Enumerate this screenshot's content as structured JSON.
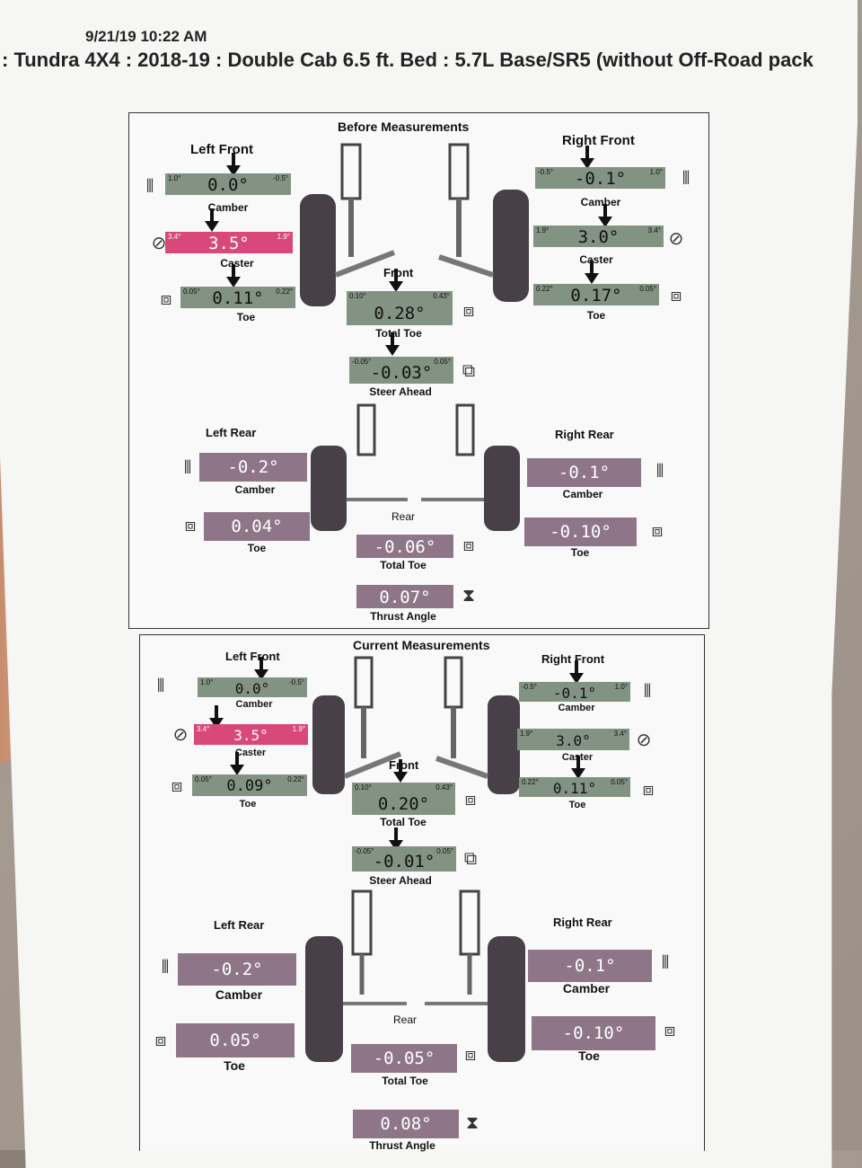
{
  "header": {
    "datetime": "9/21/19 10:22 AM",
    "vehicle": ": Tundra 4X4 : 2018-19 : Double Cab 6.5 ft. Bed : 5.7L Base/SR5 (without Off-Road pack"
  },
  "before": {
    "title": "Before Measurements",
    "left_front": "Left Front",
    "right_front": "Right Front",
    "front": "Front",
    "lf_camber": {
      "value": "0.0°",
      "lo": "1.0°",
      "hi": "-0.5°",
      "label": "Camber"
    },
    "lf_caster": {
      "value": "3.5°",
      "lo": "3.4°",
      "hi": "1.9°",
      "label": "Caster"
    },
    "lf_toe": {
      "value": "0.11°",
      "lo": "0.05°",
      "hi": "0.22°",
      "label": "Toe"
    },
    "rf_camber": {
      "value": "-0.1°",
      "lo": "-0.5°",
      "hi": "1.0°",
      "label": "Camber"
    },
    "rf_caster": {
      "value": "3.0°",
      "lo": "1.9°",
      "hi": "3.4°",
      "label": "Caster"
    },
    "rf_toe": {
      "value": "0.17°",
      "lo": "0.22°",
      "hi": "0.05°",
      "label": "Toe"
    },
    "total_toe": {
      "value": "0.28°",
      "lo": "0.10°",
      "hi": "0.43°",
      "label": "Total Toe"
    },
    "steer_ahead": {
      "value": "-0.03°",
      "lo": "-0.05°",
      "hi": "0.05°",
      "label": "Steer Ahead"
    },
    "left_rear": "Left Rear",
    "right_rear": "Right Rear",
    "rear": "Rear",
    "lr_camber": {
      "value": "-0.2°",
      "label": "Camber"
    },
    "lr_toe": {
      "value": "0.04°",
      "label": "Toe"
    },
    "rr_camber": {
      "value": "-0.1°",
      "label": "Camber"
    },
    "rr_toe": {
      "value": "-0.10°",
      "label": "Toe"
    },
    "rear_total_toe": {
      "value": "-0.06°",
      "label": "Total Toe"
    },
    "thrust": {
      "value": "0.07°",
      "label": "Thrust Angle"
    }
  },
  "current": {
    "title": "Current Measurements",
    "left_front": "Left Front",
    "right_front": "Right Front",
    "front": "Front",
    "lf_camber": {
      "value": "0.0°",
      "lo": "1.0°",
      "hi": "-0.5°",
      "label": "Camber"
    },
    "lf_caster": {
      "value": "3.5°",
      "lo": "3.4°",
      "hi": "1.9°",
      "label": "Caster"
    },
    "lf_toe": {
      "value": "0.09°",
      "lo": "0.05°",
      "hi": "0.22°",
      "label": "Toe"
    },
    "rf_camber": {
      "value": "-0.1°",
      "lo": "-0.5°",
      "hi": "1.0°",
      "label": "Camber"
    },
    "rf_caster": {
      "value": "3.0°",
      "lo": "1.9°",
      "hi": "3.4°",
      "label": "Caster"
    },
    "rf_toe": {
      "value": "0.11°",
      "lo": "0.22°",
      "hi": "0.05°",
      "label": "Toe"
    },
    "total_toe": {
      "value": "0.20°",
      "lo": "0.10°",
      "hi": "0.43°",
      "label": "Total Toe"
    },
    "steer_ahead": {
      "value": "-0.01°",
      "lo": "-0.05°",
      "hi": "0.05°",
      "label": "Steer Ahead"
    },
    "left_rear": "Left Rear",
    "right_rear": "Right Rear",
    "rear": "Rear",
    "lr_camber": {
      "value": "-0.2°",
      "label": "Camber"
    },
    "lr_toe": {
      "value": "0.05°",
      "label": "Toe"
    },
    "rr_camber": {
      "value": "-0.1°",
      "label": "Camber"
    },
    "rr_toe": {
      "value": "-0.10°",
      "label": "Toe"
    },
    "rear_total_toe": {
      "value": "-0.05°",
      "label": "Total Toe"
    },
    "thrust": {
      "value": "0.08°",
      "label": "Thrust Angle"
    }
  },
  "colors": {
    "in_spec": "#839383",
    "out_of_spec": "#d9487a",
    "rear": "#8e7688"
  },
  "icons": [
    "camber-icon",
    "caster-icon",
    "toe-icon",
    "steer-icon",
    "thrust-icon"
  ]
}
